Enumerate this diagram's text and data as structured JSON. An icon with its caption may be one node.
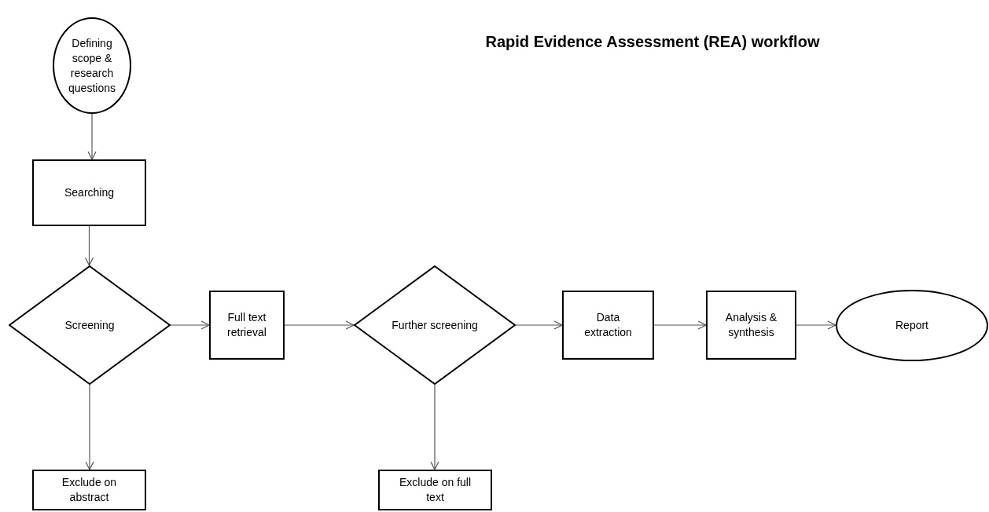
{
  "diagram": {
    "title": "Rapid Evidence Assessment (REA) workflow",
    "nodes": [
      {
        "text": [
          "Defining scope & research questions"
        ]
      },
      {
        "text": [
          "Searching"
        ]
      },
      {
        "text": [
          "Screening"
        ]
      },
      {
        "text": [
          "Exclude on abstract"
        ]
      },
      {
        "text": [
          "Full text retrieval"
        ]
      },
      {
        "text": [
          "Further screening"
        ]
      },
      {
        "text": [
          "Exclude on full text"
        ]
      },
      {
        "text": [
          "Data extraction"
        ]
      },
      {
        "text": [
          "Analysis & synthesis"
        ]
      },
      {
        "text": [
          "Report"
        ]
      }
    ],
    "edges": [
      {
        "from": 0,
        "to": 1,
        "arrow": "to"
      },
      {
        "from": 1,
        "to": 2,
        "arrow": "to"
      },
      {
        "from": 2,
        "to": 3,
        "arrow": "to"
      },
      {
        "from": 2,
        "to": 4,
        "arrow": "to"
      },
      {
        "from": 4,
        "to": 5,
        "arrow": "to"
      },
      {
        "from": 5,
        "to": 6,
        "arrow": "to"
      },
      {
        "from": 5,
        "to": 7,
        "arrow": "to"
      },
      {
        "from": 7,
        "to": 8,
        "arrow": "to"
      },
      {
        "from": 8,
        "to": 9,
        "arrow": "to"
      }
    ]
  }
}
